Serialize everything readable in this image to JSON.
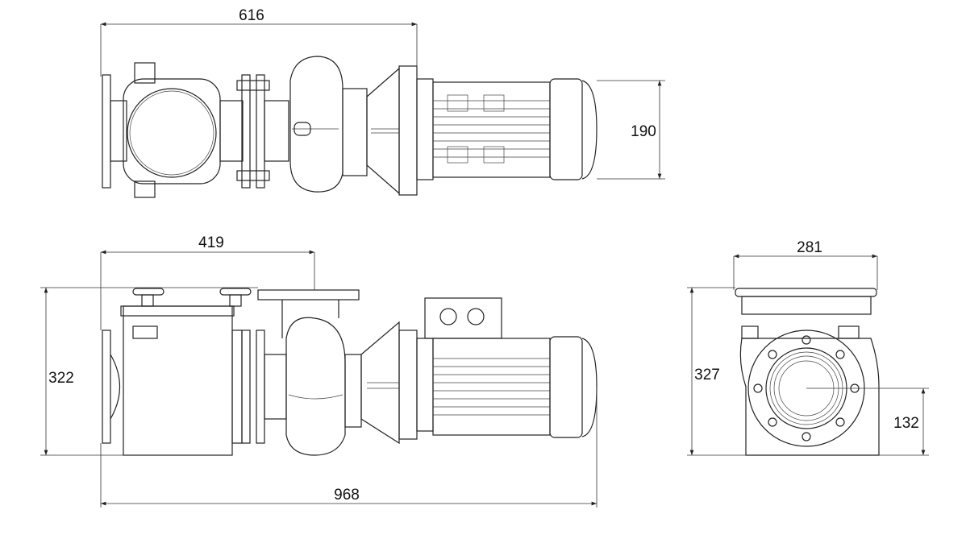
{
  "dimensions": {
    "top_view_length": "616",
    "top_view_motor_width": "190",
    "side_view_suction_to_outlet": "419",
    "side_view_height": "322",
    "overall_length": "968",
    "end_view_width": "281",
    "end_view_height": "327",
    "end_view_axis_height": "132"
  }
}
